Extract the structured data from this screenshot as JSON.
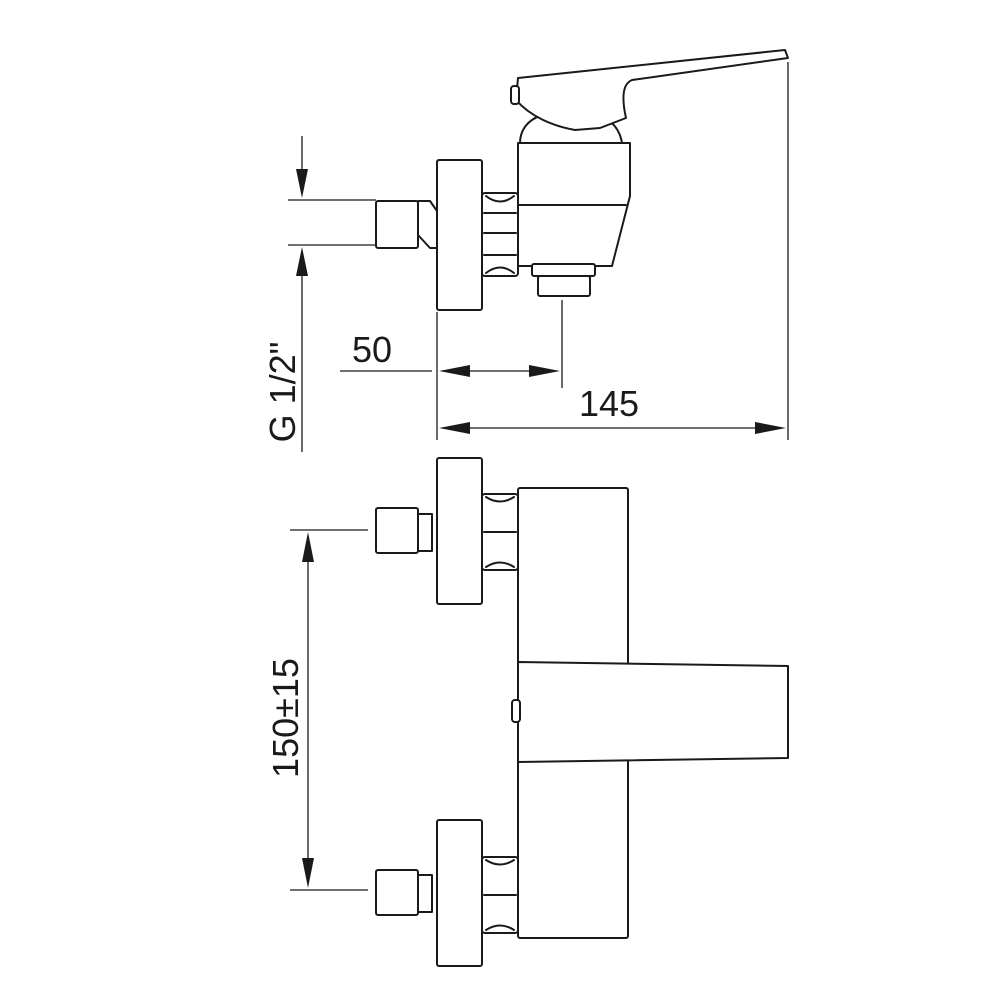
{
  "dimensions": {
    "inlet_distance": "50",
    "total_depth": "145",
    "thread_size": "G 1/2\"",
    "center_distance": "150±15"
  }
}
